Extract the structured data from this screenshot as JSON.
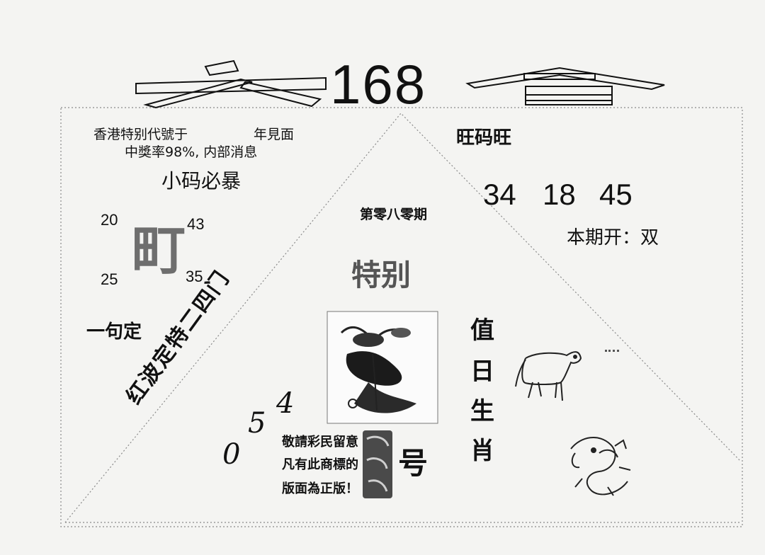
{
  "masthead": {
    "left_char": "六",
    "number": "168",
    "right_char": "會"
  },
  "left_panel": {
    "intro_line1_a": "香港特别代號于",
    "intro_line1_b": "年見面",
    "intro_line2": "中獎率98%, 内部消息",
    "heading": "小码必暴",
    "big_char": "町",
    "numbers": [
      "20",
      "43",
      "25",
      "35"
    ],
    "phrase_label": "一句定",
    "diagonal_phrase": "红波定特二四门"
  },
  "right_panel": {
    "heading": "旺码旺",
    "numbers": [
      "34",
      "18",
      "45"
    ],
    "result_label": "本期开：双"
  },
  "center": {
    "issue": "第零八零期",
    "special": "特别",
    "vertical_label": [
      "值",
      "日",
      "生",
      "肖"
    ],
    "number_hand": [
      "0",
      "5",
      "4"
    ],
    "notice_lines": [
      "敬請彩民留意",
      "凡有此商標的",
      "版面為正版！"
    ],
    "number_suffix": "号"
  },
  "colors": {
    "ink": "#111111",
    "paper": "#f4f4f2",
    "dotted_line": "#8a8a8a",
    "big_char_fill": "#6e6e6e"
  },
  "icons": [
    "flower-bird-image",
    "ox-icon",
    "dragon-icon",
    "trademark-seal-icon"
  ]
}
